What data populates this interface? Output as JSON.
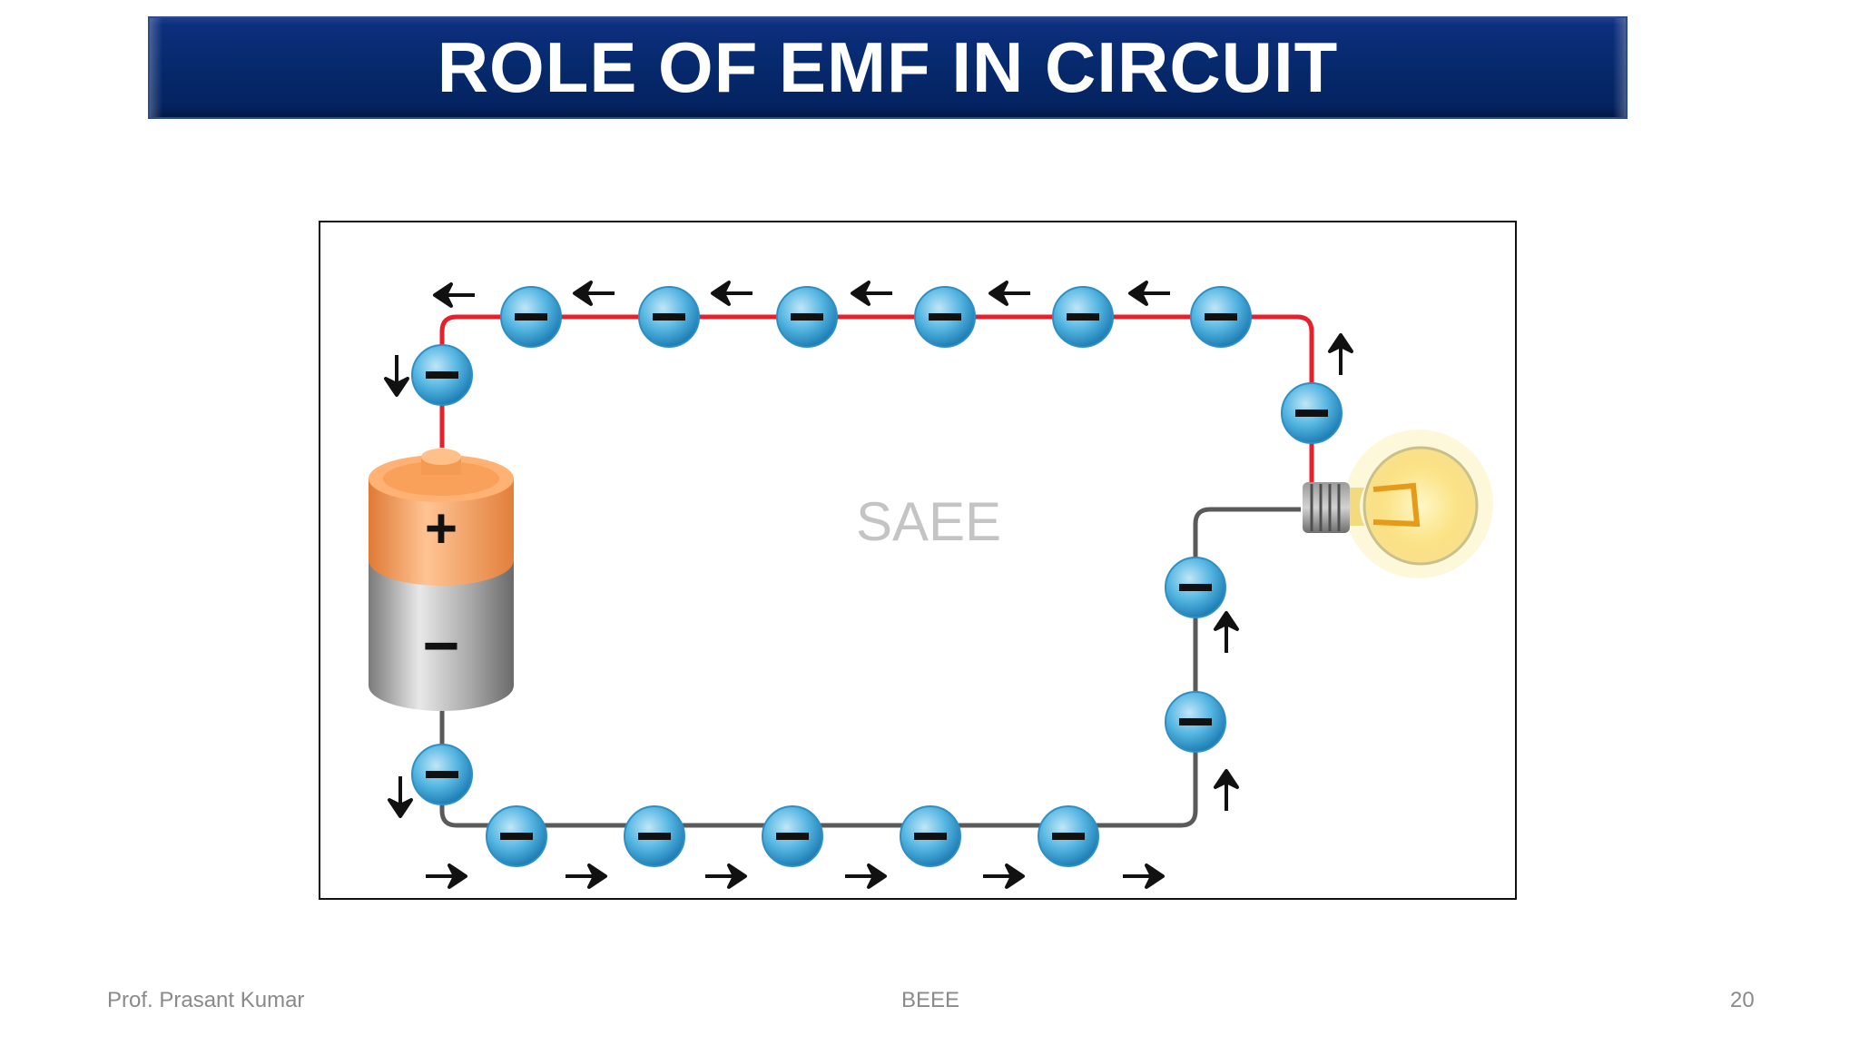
{
  "slide": {
    "title": "ROLE OF EMF IN CIRCUIT",
    "watermark": "SAEE",
    "footer": {
      "author": "Prof. Prasant Kumar",
      "course": "BEEE",
      "page_number": "20"
    }
  },
  "diagram": {
    "battery_positive_symbol": "+",
    "battery_negative_symbol": "−",
    "electron_symbol": "−",
    "colors": {
      "red_wire": "#e8202c",
      "gray_wire": "#5a5a5a",
      "electron": "#3fa7d6",
      "battery_top": "#f5a15c",
      "battery_body": "#b8b8b8",
      "bulb_glow": "#f8d86a"
    }
  }
}
